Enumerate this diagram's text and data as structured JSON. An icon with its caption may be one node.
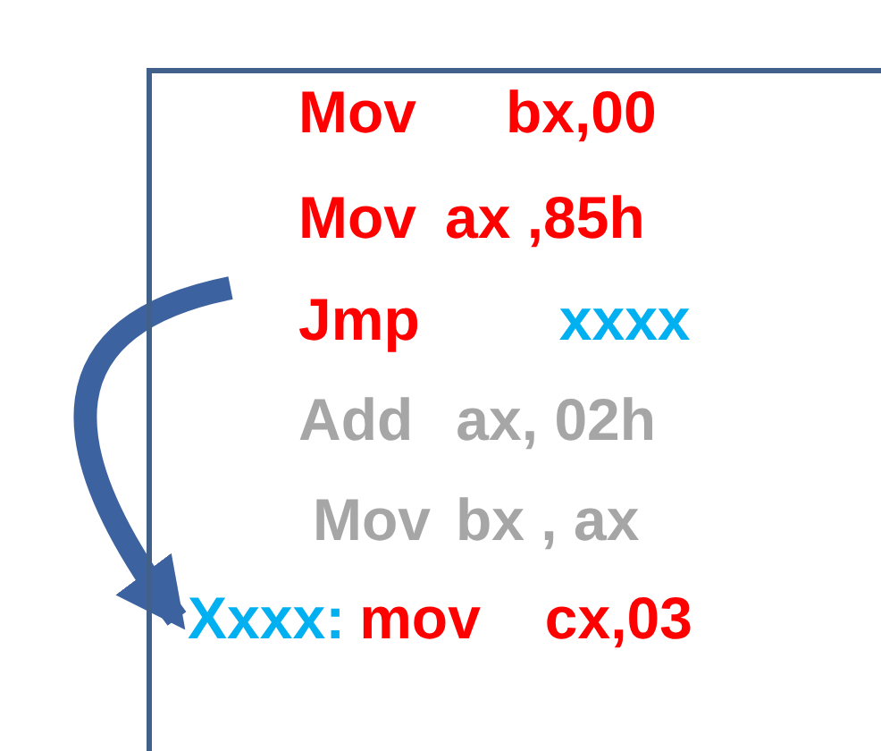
{
  "diagram": {
    "nodes": [
      {
        "text": [],
        "shape": "box"
      },
      {
        "text": [
          "Mov",
          "bx,00"
        ],
        "in": 0
      },
      {
        "text": [
          "Mov",
          "ax ,85h"
        ],
        "in": 0
      },
      {
        "text": [
          "Jmp",
          "xxxx"
        ],
        "in": 0
      },
      {
        "text": [
          "Add",
          "ax, 02h"
        ],
        "in": 0
      },
      {
        "text": [
          "Mov",
          "bx , ax"
        ],
        "in": 0
      },
      {
        "text": [
          "Xxxx:",
          "mov",
          "cx,03"
        ],
        "in": 0
      }
    ],
    "edges": [
      {
        "from": 3,
        "to": 6,
        "arrow": "to"
      }
    ]
  }
}
